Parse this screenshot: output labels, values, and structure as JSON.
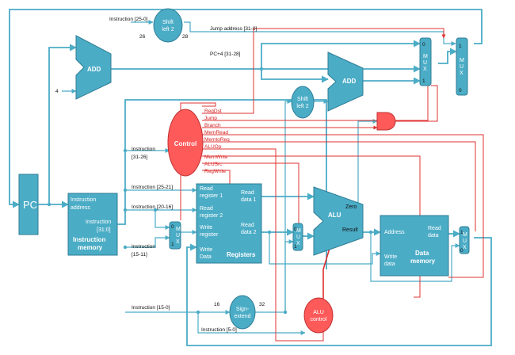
{
  "units": {
    "pc": "PC",
    "add_top": "ADD",
    "add_branch": "ADD",
    "shift_top": [
      "Shift",
      "left 2"
    ],
    "shift_mid": [
      "Shift",
      "left 2"
    ],
    "control": "Control",
    "alu": "ALU",
    "alu_control": [
      "ALU",
      "control"
    ],
    "sign_extend": [
      "Sign-",
      "extend"
    ],
    "mux_letters": [
      "M",
      "U",
      "X"
    ],
    "imem": {
      "addr": [
        "Instruction",
        "address"
      ],
      "out": [
        "Instruction",
        "[31:0]"
      ],
      "title": [
        "Instruction",
        "memory"
      ]
    },
    "regs": {
      "read1": [
        "Read",
        "register 1"
      ],
      "read2": [
        "Read",
        "register 2"
      ],
      "write_reg": [
        "Write",
        "register"
      ],
      "write_data": [
        "Write",
        "Data"
      ],
      "data1": [
        "Read",
        "data 1"
      ],
      "data2": [
        "Read",
        "data 2"
      ],
      "title": "Registers"
    },
    "alu_ports": {
      "zero": "Zero",
      "result": "Result"
    },
    "dmem": {
      "address": "Address",
      "read_data": [
        "Read",
        "data"
      ],
      "write_data": [
        "Write",
        "data"
      ],
      "title": [
        "Data",
        "memory"
      ]
    }
  },
  "signals": {
    "instr_25_0": "Instruction [25-0]",
    "n26": "26",
    "n28": "28",
    "jump_addr": "Jump address [31-0]",
    "pc4": "PC+4 [31-28]",
    "four": "4",
    "instr_31_26": [
      "Instruction",
      "[31-26]"
    ],
    "instr_25_21": "Instruction [25-21]",
    "instr_20_16": "Instruction [20-16]",
    "instr_15_11": [
      "Instruction",
      "[15-11]"
    ],
    "instr_15_0": "Instruction [15-0]",
    "n16": "16",
    "n32": "32",
    "instr_5_0": "Instruction [5-0]",
    "mux_inputs": [
      "0",
      "1"
    ]
  },
  "control_signals": [
    "RegDst",
    "Jump",
    "Branch",
    "MemRead",
    "MemtoReg",
    "ALUOp",
    "MemWrite",
    "ALUSrc",
    "RegWrite"
  ],
  "colors": {
    "unit_fill": "#4bacc6",
    "unit_stroke": "#2f7e96",
    "datapath_wire": "#4bacc6",
    "control_unit": "#ff5a5a",
    "control_wire": "#e03030"
  }
}
